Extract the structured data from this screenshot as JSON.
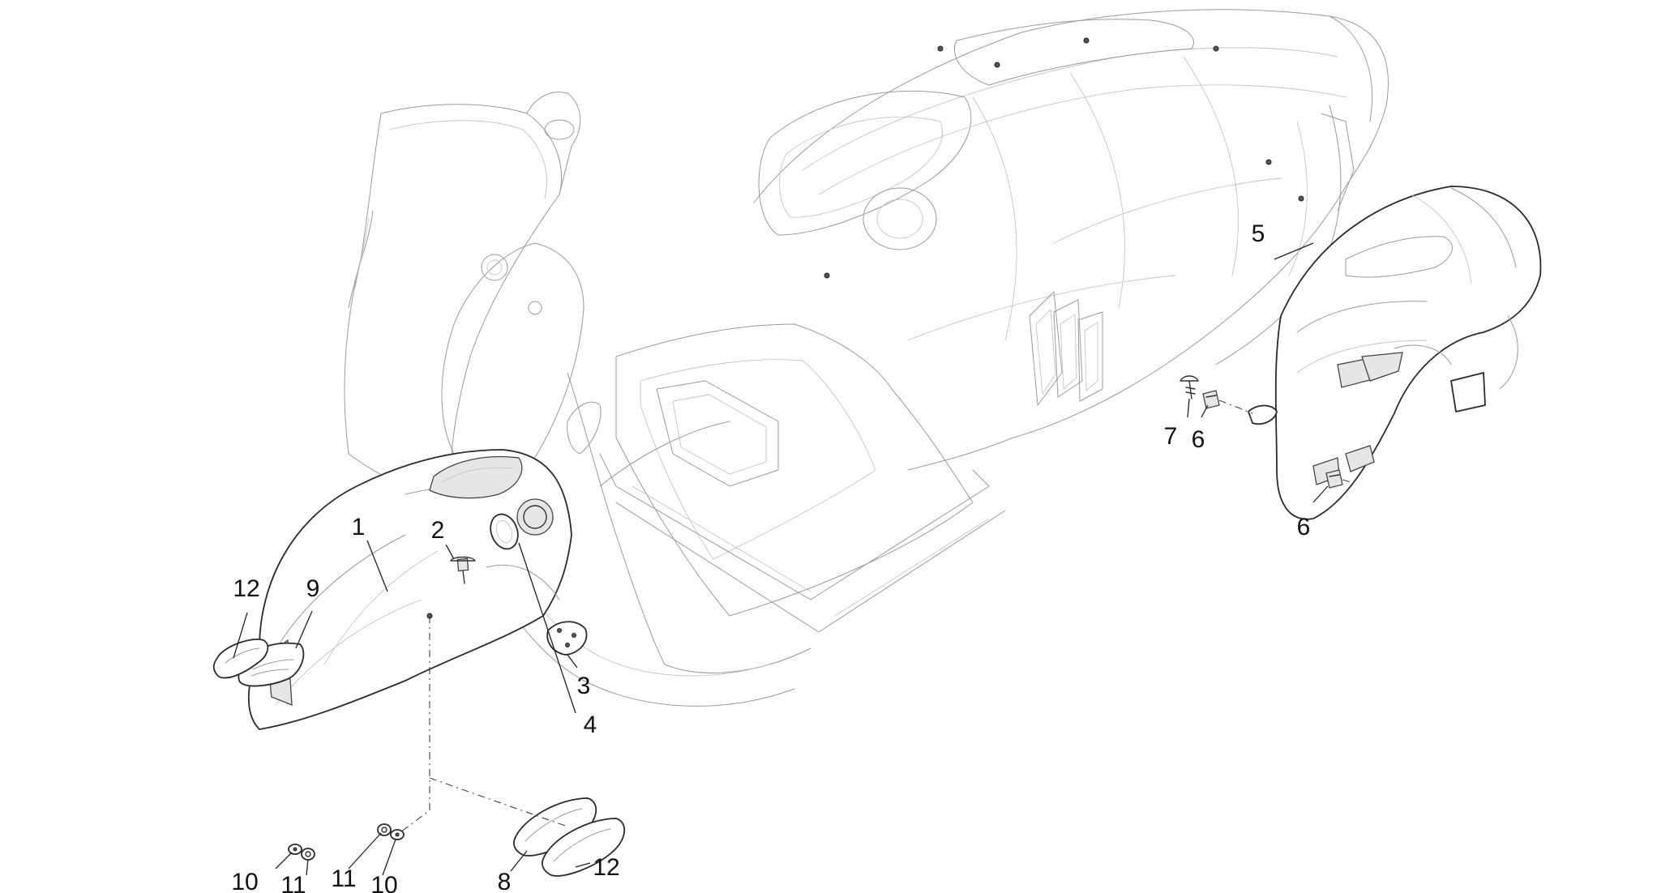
{
  "callouts": {
    "c1": "1",
    "c2": "2",
    "c3": "3",
    "c4": "4",
    "c5": "5",
    "c6a": "6",
    "c6b": "6",
    "c7": "7",
    "c8": "8",
    "c9": "9",
    "c10a": "10",
    "c10b": "10",
    "c11a": "11",
    "c11b": "11",
    "c12a": "12",
    "c12b": "12"
  }
}
